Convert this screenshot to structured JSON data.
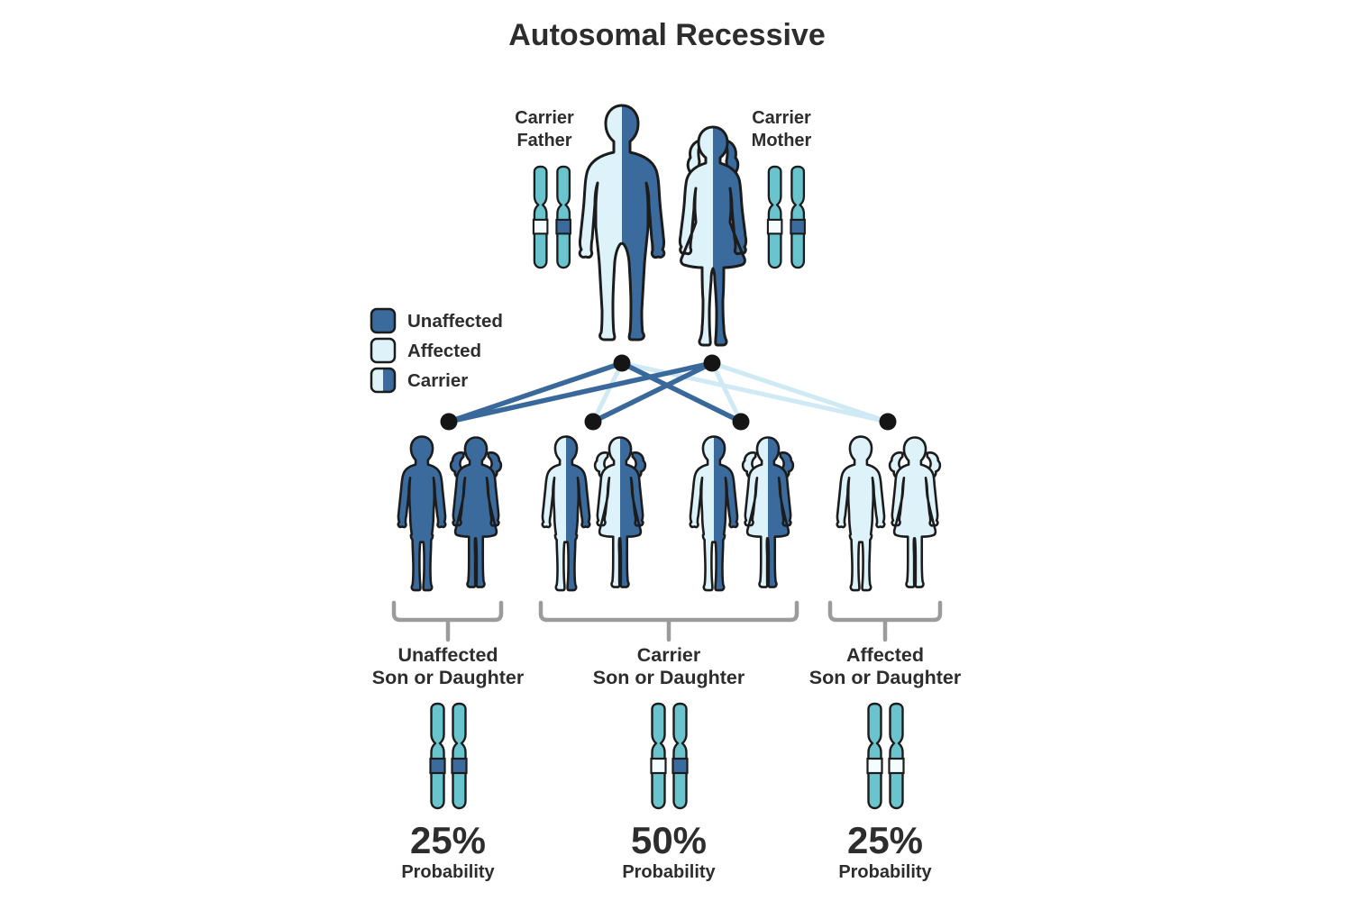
{
  "title": "Autosomal Recessive",
  "parents": {
    "father": {
      "label1": "Carrier",
      "label2": "Father"
    },
    "mother": {
      "label1": "Carrier",
      "label2": "Mother"
    }
  },
  "legend": {
    "items": [
      {
        "label": "Unaffected",
        "key": "unaffected"
      },
      {
        "label": "Affected",
        "key": "affected"
      },
      {
        "label": "Carrier",
        "key": "carrier"
      }
    ]
  },
  "offspring_groups": [
    {
      "label1": "Unaffected",
      "label2": "Son or Daughter",
      "probability": "25%",
      "caption": "Probability"
    },
    {
      "label1": "Carrier",
      "label2": "Son or Daughter",
      "probability": "50%",
      "caption": "Probability"
    },
    {
      "label1": "Affected",
      "label2": "Son or Daughter",
      "probability": "25%",
      "caption": "Probability"
    }
  ],
  "colors": {
    "unaffected": "#3b6b9d",
    "affected": "#ddf3f9",
    "chromosome": "#6ac4cd",
    "band_dark": "#3b6b9d",
    "band_light": "#f4fdfe",
    "line_dark": "#39689a",
    "line_light": "#cfeaf4",
    "bracket": "#9b9b9b",
    "outline": "#1c1c1c",
    "text": "#2d2d2d"
  }
}
